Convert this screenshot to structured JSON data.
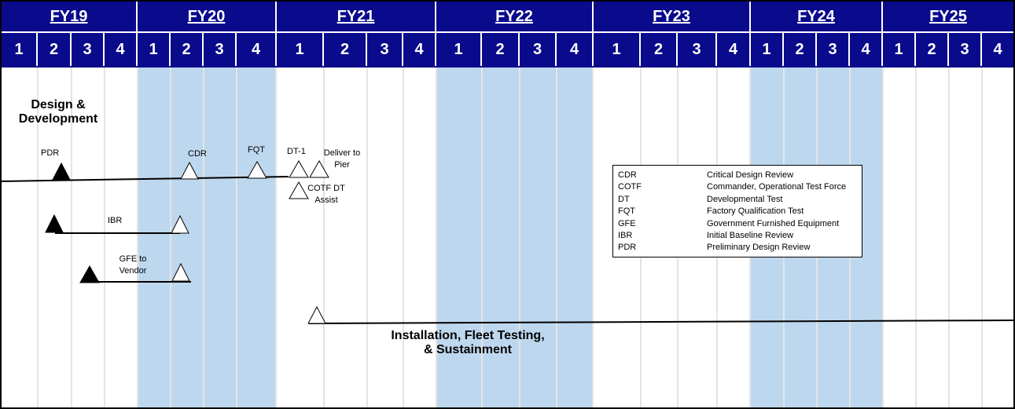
{
  "header": {
    "fiscal_years": [
      "FY19",
      "FY20",
      "FY21",
      "FY22",
      "FY23",
      "FY24",
      "FY25"
    ],
    "quarters": [
      "1",
      "2",
      "3",
      "4"
    ]
  },
  "colors": {
    "header_bg": "#0a0a8c",
    "shaded_band": "#bdd7ee",
    "gridline": "#e4e4e4",
    "milestone_complete": "#000000",
    "milestone_planned": "#ffffff"
  },
  "phases": {
    "design": "Design & Development",
    "installation": "Installation, Fleet Testing, & Sustainment"
  },
  "milestones": {
    "pdr": "PDR",
    "cdr": "CDR",
    "fqt": "FQT",
    "dt1": "DT-1",
    "deliver": "Deliver to Pier",
    "cotf": "COTF DT Assist",
    "ibr": "IBR",
    "gfe": "GFE to Vendor"
  },
  "legend": [
    {
      "abbr": "CDR",
      "meaning": "Critical Design Review"
    },
    {
      "abbr": "COTF",
      "meaning": "Commander, Operational Test Force"
    },
    {
      "abbr": "DT",
      "meaning": "Developmental Test"
    },
    {
      "abbr": "FQT",
      "meaning": "Factory Qualification Test"
    },
    {
      "abbr": "GFE",
      "meaning": "Government Furnished Equipment"
    },
    {
      "abbr": "IBR",
      "meaning": "Initial Baseline Review"
    },
    {
      "abbr": "PDR",
      "meaning": "Preliminary Design Review"
    }
  ]
}
